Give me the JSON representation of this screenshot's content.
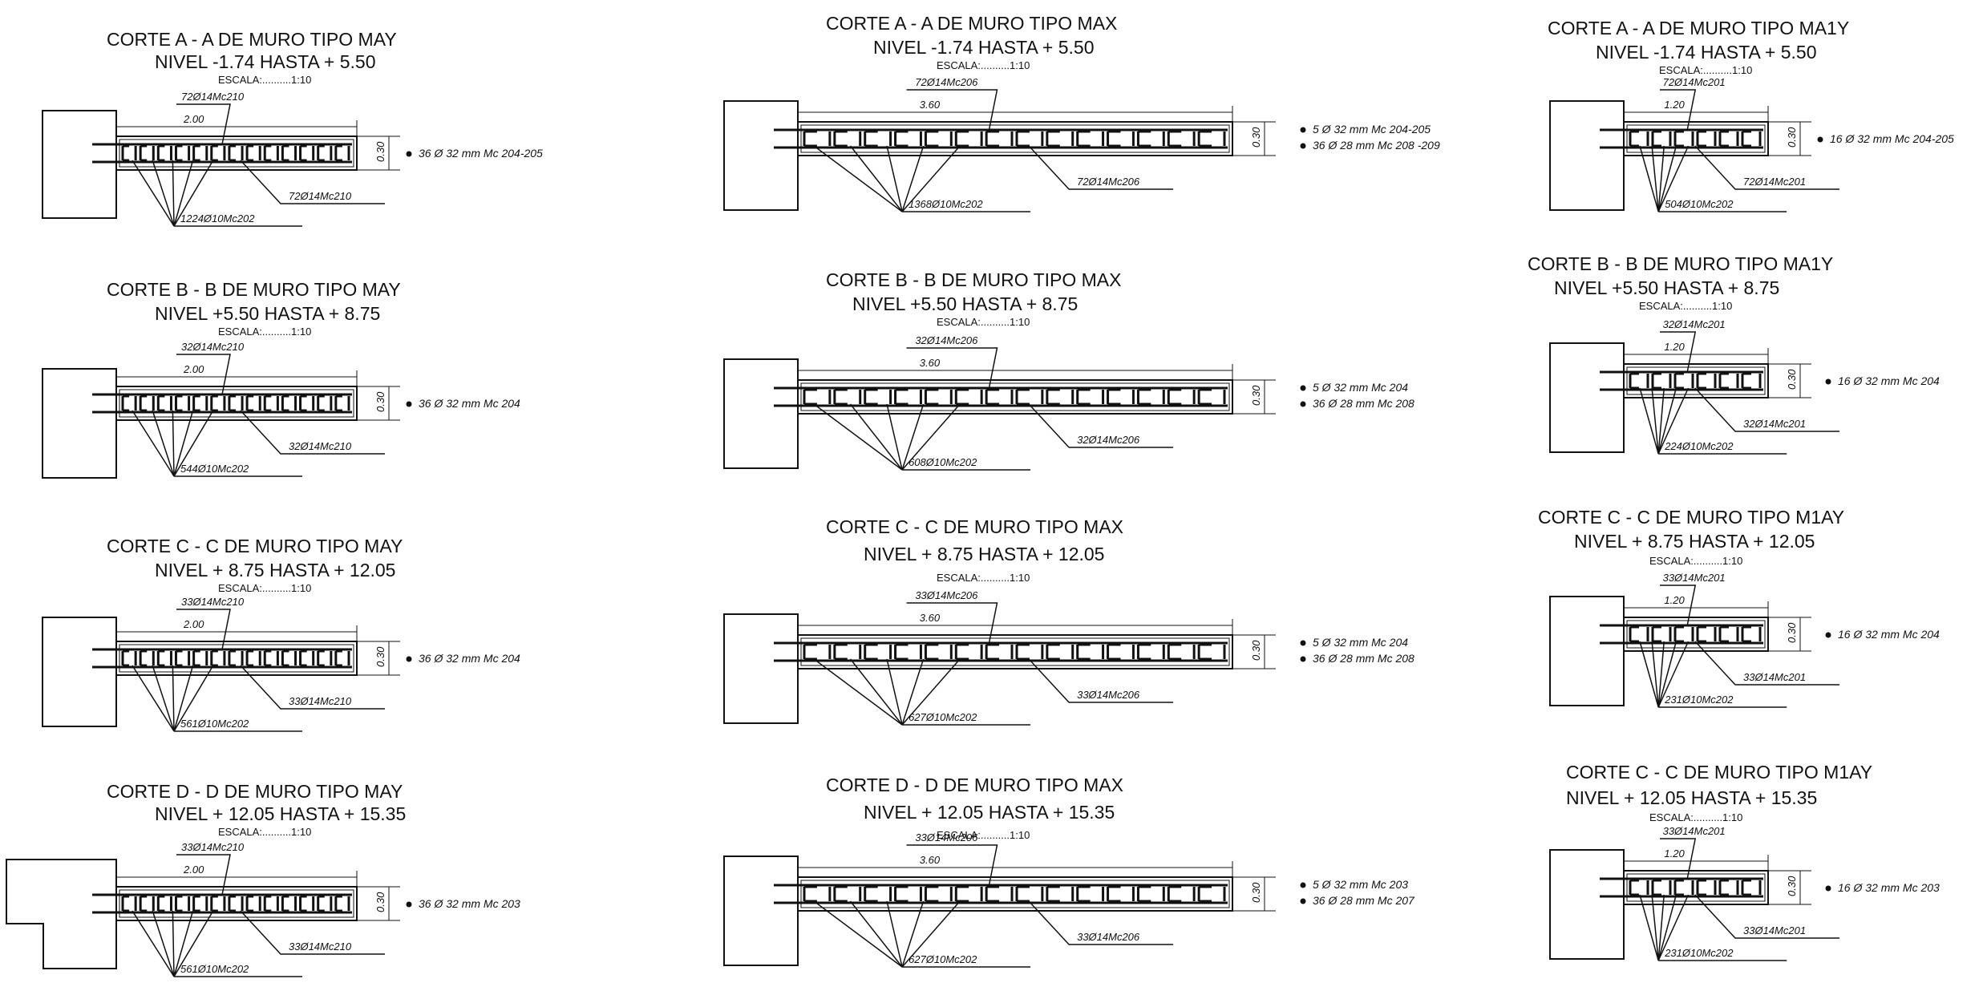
{
  "sections": [
    {
      "id": "may-a",
      "title": "CORTE A - A DE MURO TIPO MAY",
      "level": "NIVEL -1.74 HASTA + 5.50",
      "scale": "ESCALA:..........1:10",
      "length": "2.00",
      "thickness": "0.30",
      "top_bar": "72Ø14Mc210",
      "right_bar": "72Ø14Mc210",
      "bottom_bar": "1224Ø10Mc202",
      "bars": [
        "36 Ø 32 mm Mc 204-205"
      ],
      "stirrups": 13
    },
    {
      "id": "max-a",
      "title": "CORTE A - A DE MURO TIPO MAX",
      "level": "NIVEL -1.74 HASTA + 5.50",
      "scale": "ESCALA:..........1:10",
      "length": "3.60",
      "thickness": "0.30",
      "top_bar": "72Ø14Mc206",
      "right_bar": "72Ø14Mc206",
      "bottom_bar": "1368Ø10Mc202",
      "bars": [
        "5 Ø 32 mm Mc 204-205",
        "36 Ø 28 mm Mc 208 -209"
      ],
      "stirrups": 14
    },
    {
      "id": "ma1y-a",
      "title": "CORTE A - A DE MURO TIPO MA1Y",
      "level": "NIVEL -1.74 HASTA + 5.50",
      "scale": "ESCALA:..........1:10",
      "length": "1.20",
      "thickness": "0.30",
      "top_bar": "72Ø14Mc201",
      "right_bar": "72Ø14Mc201",
      "bottom_bar": "504Ø10Mc202",
      "bars": [
        "16 Ø 32 mm Mc 204-205"
      ],
      "stirrups": 6
    },
    {
      "id": "may-b",
      "title": "CORTE B - B DE MURO TIPO MAY",
      "level": "NIVEL +5.50 HASTA + 8.75",
      "scale": "ESCALA:..........1:10",
      "length": "2.00",
      "thickness": "0.30",
      "top_bar": "32Ø14Mc210",
      "right_bar": "32Ø14Mc210",
      "bottom_bar": "544Ø10Mc202",
      "bars": [
        "36 Ø 32 mm Mc 204"
      ],
      "stirrups": 13
    },
    {
      "id": "max-b",
      "title": "CORTE B - B DE MURO TIPO MAX",
      "level": "NIVEL +5.50 HASTA + 8.75",
      "scale": "ESCALA:..........1:10",
      "length": "3.60",
      "thickness": "0.30",
      "top_bar": "32Ø14Mc206",
      "right_bar": "32Ø14Mc206",
      "bottom_bar": "608Ø10Mc202",
      "bars": [
        "5 Ø 32 mm Mc 204",
        "36 Ø 28 mm Mc 208"
      ],
      "stirrups": 14
    },
    {
      "id": "ma1y-b",
      "title": "CORTE B - B DE MURO TIPO MA1Y",
      "level": "NIVEL +5.50 HASTA + 8.75",
      "scale": "ESCALA:..........1:10",
      "length": "1.20",
      "thickness": "0.30",
      "top_bar": "32Ø14Mc201",
      "right_bar": "32Ø14Mc201",
      "bottom_bar": "224Ø10Mc202",
      "bars": [
        "16 Ø 32 mm Mc 204"
      ],
      "stirrups": 6
    },
    {
      "id": "may-c",
      "title": "CORTE C - C DE MURO TIPO MAY",
      "level": "NIVEL + 8.75 HASTA + 12.05",
      "scale": "ESCALA:..........1:10",
      "length": "2.00",
      "thickness": "0.30",
      "top_bar": "33Ø14Mc210",
      "right_bar": "33Ø14Mc210",
      "bottom_bar": "561Ø10Mc202",
      "bars": [
        "36 Ø 32 mm Mc 204"
      ],
      "stirrups": 13
    },
    {
      "id": "max-c",
      "title": "CORTE C - C DE MURO TIPO MAX",
      "level": "NIVEL + 8.75 HASTA + 12.05",
      "scale": "ESCALA:..........1:10",
      "length": "3.60",
      "thickness": "0.30",
      "top_bar": "33Ø14Mc206",
      "right_bar": "33Ø14Mc206",
      "bottom_bar": "627Ø10Mc202",
      "bars": [
        "5 Ø 32 mm Mc 204",
        "36 Ø 28 mm Mc 208"
      ],
      "stirrups": 14
    },
    {
      "id": "m1ay-c",
      "title": "CORTE C - C DE MURO TIPO M1AY",
      "level": "NIVEL + 8.75 HASTA + 12.05",
      "scale": "ESCALA:..........1:10",
      "length": "1.20",
      "thickness": "0.30",
      "top_bar": "33Ø14Mc201",
      "right_bar": "33Ø14Mc201",
      "bottom_bar": "231Ø10Mc202",
      "bars": [
        "16 Ø 32 mm Mc 204"
      ],
      "stirrups": 6
    },
    {
      "id": "may-d",
      "title": "CORTE D - D DE MURO TIPO MAY",
      "level": "NIVEL + 12.05 HASTA + 15.35",
      "scale": "ESCALA:..........1:10",
      "length": "2.00",
      "thickness": "0.30",
      "top_bar": "33Ø14Mc210",
      "right_bar": "33Ø14Mc210",
      "bottom_bar": "561Ø10Mc202",
      "bars": [
        "36 Ø 32 mm Mc 203"
      ],
      "stirrups": 13
    },
    {
      "id": "max-d",
      "title": "CORTE D - D DE MURO TIPO MAX",
      "level": "NIVEL + 12.05 HASTA + 15.35",
      "scale": "ESCALA:..........1:10",
      "length": "3.60",
      "thickness": "0.30",
      "top_bar": "33Ø14Mc206",
      "right_bar": "33Ø14Mc206",
      "bottom_bar": "627Ø10Mc202",
      "bars": [
        "5 Ø 32 mm Mc 203",
        "36 Ø 28 mm Mc 207"
      ],
      "stirrups": 14
    },
    {
      "id": "m1ay-d",
      "title": "CORTE C - C DE MURO TIPO M1AY",
      "level": "NIVEL + 12.05 HASTA + 15.35",
      "scale": "ESCALA:..........1:10",
      "length": "1.20",
      "thickness": "0.30",
      "top_bar": "33Ø14Mc201",
      "right_bar": "33Ø14Mc201",
      "bottom_bar": "231Ø10Mc202",
      "bars": [
        "16 Ø 32 mm Mc 203"
      ],
      "stirrups": 6
    }
  ]
}
